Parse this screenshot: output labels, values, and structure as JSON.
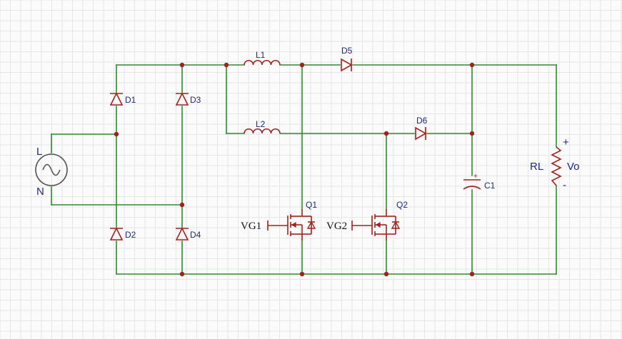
{
  "labels": {
    "L": "L",
    "N": "N",
    "D1": "D1",
    "D2": "D2",
    "D3": "D3",
    "D4": "D4",
    "D5": "D5",
    "D6": "D6",
    "L1": "L1",
    "L2": "L2",
    "Q1": "Q1",
    "Q2": "Q2",
    "C1": "C1",
    "RL": "RL",
    "Vo": "Vo",
    "plus": "+",
    "minus": "-",
    "cap_plus": "+",
    "VG1": "VG1",
    "VG2": "VG2"
  },
  "colors": {
    "wire": "#2e8b2e",
    "component": "#a0221e",
    "label": "#1f2a7a"
  }
}
